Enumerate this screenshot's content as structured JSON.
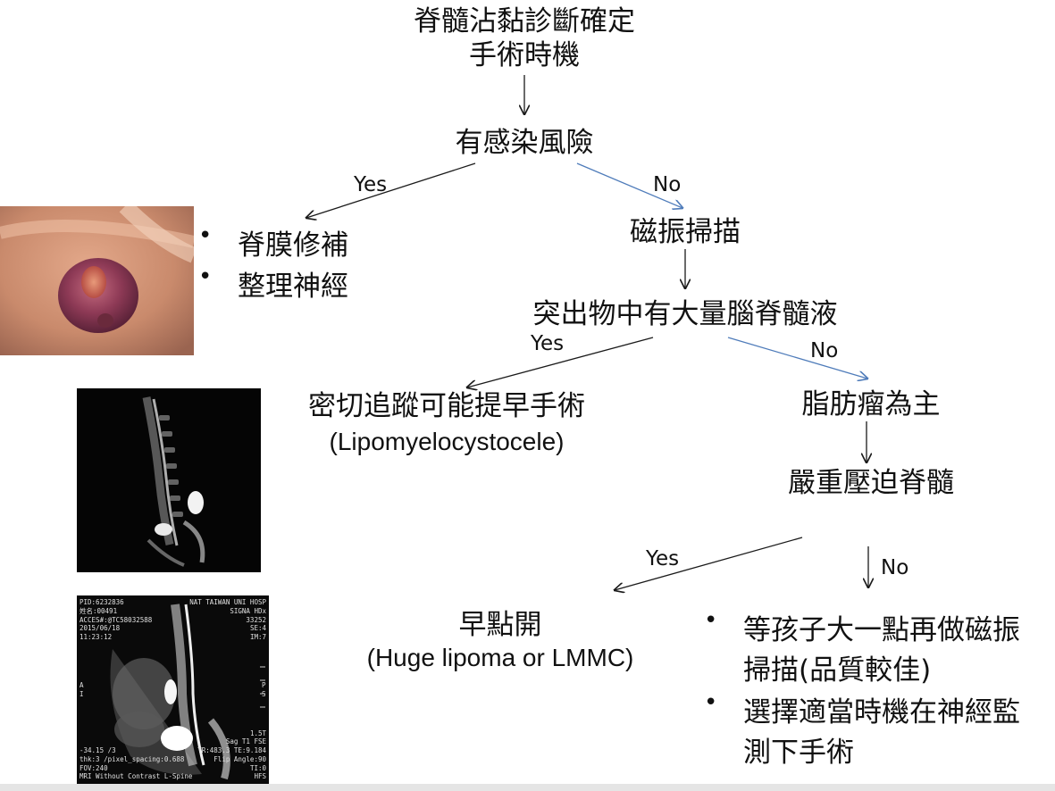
{
  "nodes": {
    "root_line1": "脊髓沾黏診斷確定",
    "root_line2": "手術時機",
    "infection_risk": "有感染風險",
    "yes_actions": [
      "脊膜修補",
      "整理神經"
    ],
    "mri_scan": "磁振掃描",
    "csf_question": "突出物中有大量腦脊髓液",
    "follow_up_line1": "密切追蹤可能提早手術",
    "follow_up_line2": "(Lipomyelocystocele)",
    "lipoma_main": "脂肪瘤為主",
    "severe_compression": "嚴重壓迫脊髓",
    "early_open_line1": "早點開",
    "early_open_line2": "(Huge lipoma or LMMC)",
    "no_actions": [
      {
        "line1": "等孩子大一點再做磁振",
        "line2": "掃描(品質較佳)"
      },
      {
        "line1": "選擇適當時機在神經監",
        "line2": "測下手術"
      }
    ]
  },
  "edge_labels": {
    "infection_yes": "Yes",
    "infection_no": "No",
    "csf_yes": "Yes",
    "csf_no": "No",
    "compression_yes": "Yes",
    "compression_no": "No"
  },
  "colors": {
    "text": "#111111",
    "arrow_black": "#1a1a1a",
    "arrow_blue": "#4f7cba"
  },
  "mri_sagittal_overlay": {
    "top_left": [
      "PID:6232836",
      "姓名:00491",
      "ACCES#:@TC58032588",
      "2015/06/18",
      "11:23:12"
    ],
    "top_right": [
      "NAT TAIWAN UNI HOSP",
      "SIGNA HDx",
      "33252",
      "SE:4",
      "IM:7"
    ],
    "bottom_left": [
      "-34.15 /3",
      "thk:3 /pixel_spacing:0.688",
      "FOV:240",
      "MRI Without Contrast L-Spine"
    ],
    "bottom_right": [
      "1.5T",
      "Sag T1 FSE",
      "TR:483.3 TE:9.184",
      "Flip Angle:90",
      "TI:0",
      "HFS"
    ],
    "side_markers": [
      "A",
      "I",
      "P",
      "S"
    ]
  }
}
